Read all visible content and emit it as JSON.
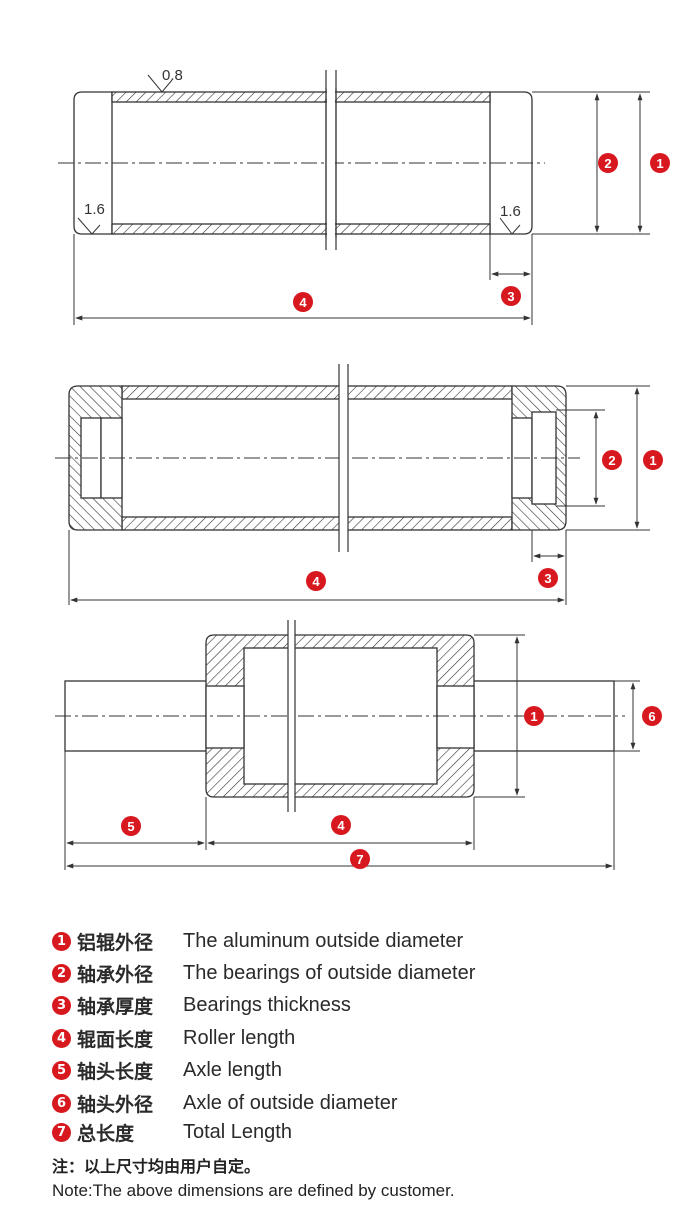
{
  "colors": {
    "callout": "#d7191f",
    "line": "#333333",
    "text": "#2a2a2a"
  },
  "diagram1": {
    "roughness_top": "0.8",
    "roughness_left": "1.6",
    "roughness_right": "1.6",
    "callouts": [
      "2",
      "1",
      "3",
      "4"
    ]
  },
  "diagram2": {
    "callouts": [
      "2",
      "1",
      "4",
      "3"
    ]
  },
  "diagram3": {
    "callouts": [
      "1",
      "6",
      "5",
      "4",
      "7"
    ]
  },
  "legend": [
    {
      "num": "1",
      "zh": "铝辊外径",
      "en": "The aluminum outside diameter"
    },
    {
      "num": "2",
      "zh": "轴承外径",
      "en": "The bearings of outside diameter"
    },
    {
      "num": "3",
      "zh": "轴承厚度",
      "en": "Bearings thickness"
    },
    {
      "num": "4",
      "zh": "辊面长度",
      "en": "Roller length"
    },
    {
      "num": "5",
      "zh": "轴头长度",
      "en": "Axle length"
    },
    {
      "num": "6",
      "zh": "轴头外径",
      "en": "Axle of outside diameter"
    },
    {
      "num": "7",
      "zh": "总长度",
      "en": "Total Length"
    }
  ],
  "note_zh": "注：以上尺寸均由用户自定。",
  "note_en": "Note:The above dimensions are defined by customer."
}
